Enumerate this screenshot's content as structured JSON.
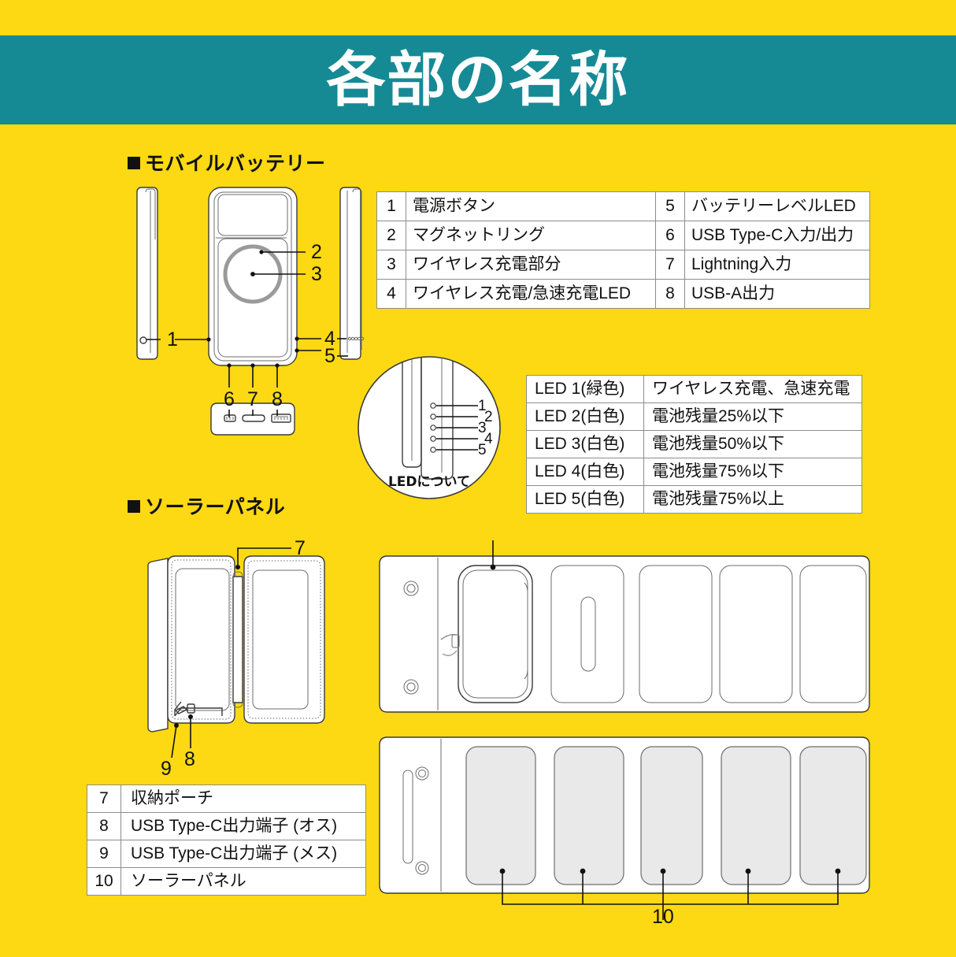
{
  "banner": {
    "title": "各部の名称"
  },
  "sections": {
    "battery": {
      "heading": "モバイルバッテリー"
    },
    "solar": {
      "heading": "ソーラーパネル"
    }
  },
  "parts_table": {
    "left": [
      {
        "no": "1",
        "label": "電源ボタン"
      },
      {
        "no": "2",
        "label": "マグネットリング"
      },
      {
        "no": "3",
        "label": "ワイヤレス充電部分"
      },
      {
        "no": "4",
        "label": "ワイヤレス充電/急速充電LED"
      }
    ],
    "right": [
      {
        "no": "5",
        "label": "バッテリーレベルLED"
      },
      {
        "no": "6",
        "label": "USB Type-C入力/出力"
      },
      {
        "no": "7",
        "label": "Lightning入力"
      },
      {
        "no": "8",
        "label": "USB-A出力"
      }
    ]
  },
  "led_table": {
    "rows": [
      {
        "name": "LED 1(緑色)",
        "desc": "ワイヤレス充電、急速充電"
      },
      {
        "name": "LED 2(白色)",
        "desc": "電池残量25%以下"
      },
      {
        "name": "LED 3(白色)",
        "desc": "電池残量50%以下"
      },
      {
        "name": "LED 4(白色)",
        "desc": "電池残量75%以下"
      },
      {
        "name": "LED 5(白色)",
        "desc": "電池残量75%以上"
      }
    ]
  },
  "solar_table": {
    "rows": [
      {
        "no": "7",
        "label": "収納ポーチ"
      },
      {
        "no": "8",
        "label": "USB Type-C出力端子 (オス)"
      },
      {
        "no": "9",
        "label": "USB Type-C出力端子 (メス)"
      },
      {
        "no": "10",
        "label": "ソーラーパネル"
      }
    ]
  },
  "led_detail": {
    "caption": "LEDについて",
    "callouts": [
      "1",
      "2",
      "3",
      "4",
      "5"
    ]
  },
  "battery_callouts": {
    "c1": "1",
    "c2": "2",
    "c3": "3",
    "c4": "4",
    "c5": "5",
    "c6": "6",
    "c7": "7",
    "c8": "8"
  },
  "solar_callouts": {
    "pouch": "7",
    "male": "8",
    "female": "9",
    "panel": "10"
  },
  "colors": {
    "background": "#FCD913",
    "banner": "#158A95",
    "banner_text": "#FFFFFF",
    "line": "#3A3A3A",
    "panel": "#E9E9E9"
  }
}
